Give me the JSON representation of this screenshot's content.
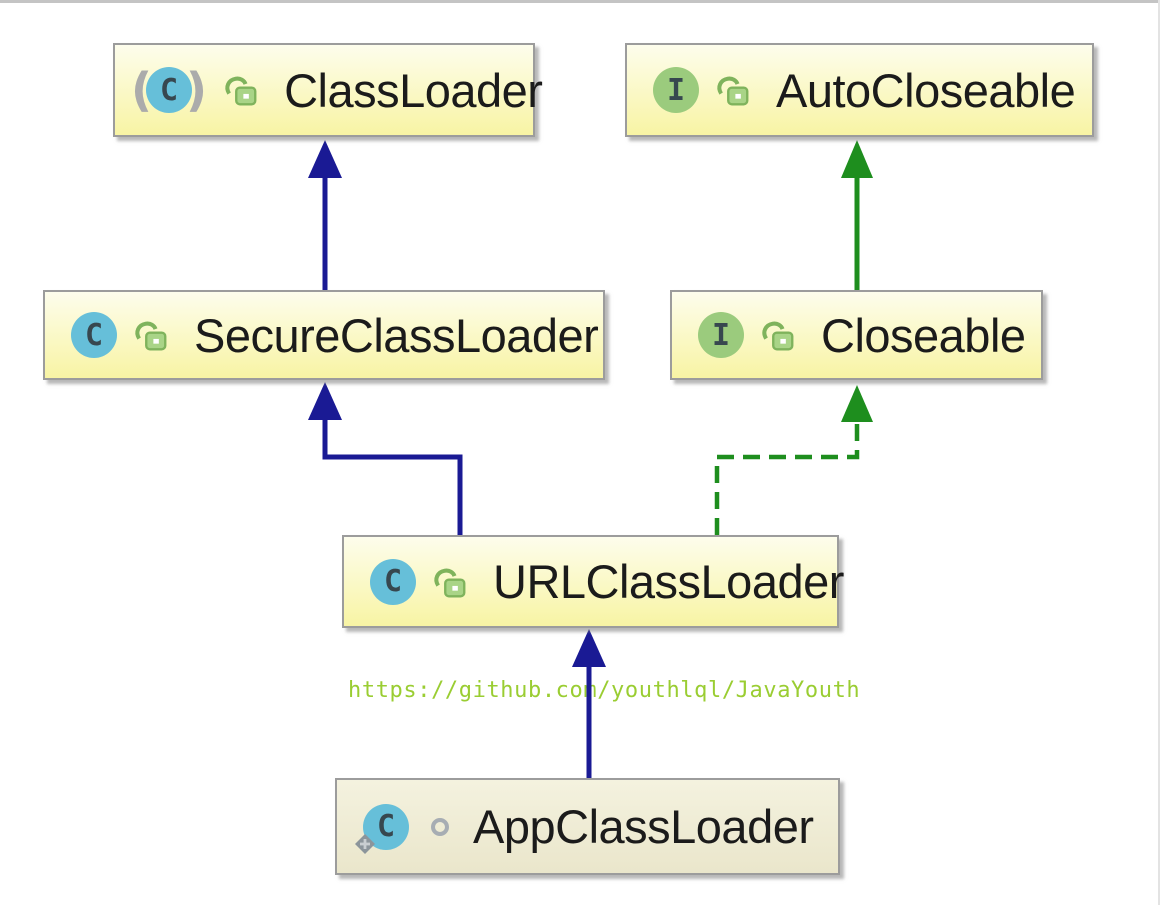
{
  "diagram": {
    "type": "uml-class-hierarchy",
    "nodes": [
      {
        "label": "ClassLoader",
        "kind": "class",
        "kind_letter": "C",
        "visibility": "public",
        "paren_left": "(",
        "paren_right": ")"
      },
      {
        "label": "AutoCloseable",
        "kind": "interface",
        "kind_letter": "I",
        "visibility": "public"
      },
      {
        "label": "SecureClassLoader",
        "kind": "class",
        "kind_letter": "C",
        "visibility": "public"
      },
      {
        "label": "Closeable",
        "kind": "interface",
        "kind_letter": "I",
        "visibility": "public"
      },
      {
        "label": "URLClassLoader",
        "kind": "class",
        "kind_letter": "C",
        "visibility": "public"
      },
      {
        "label": "AppClassLoader",
        "kind": "class",
        "kind_letter": "C",
        "visibility": "package-private",
        "badge": "static-diamond"
      }
    ],
    "edges": [
      {
        "from": "SecureClassLoader",
        "to": "ClassLoader",
        "relation": "extends",
        "style": "solid",
        "color_role": "class-inheritance"
      },
      {
        "from": "Closeable",
        "to": "AutoCloseable",
        "relation": "extends",
        "style": "solid",
        "color_role": "interface-inheritance"
      },
      {
        "from": "URLClassLoader",
        "to": "SecureClassLoader",
        "relation": "extends",
        "style": "solid",
        "color_role": "class-inheritance"
      },
      {
        "from": "URLClassLoader",
        "to": "Closeable",
        "relation": "implements",
        "style": "dashed",
        "color_role": "interface-implementation"
      },
      {
        "from": "AppClassLoader",
        "to": "URLClassLoader",
        "relation": "extends",
        "style": "solid",
        "color_role": "class-inheritance"
      }
    ],
    "watermark": "https://github.com/youthlql/JavaYouth"
  },
  "colors": {
    "node_fill_top": "#FDFDEC",
    "node_fill_bottom": "#F8F4A4",
    "muted_node_fill_top": "#F4F2DF",
    "muted_node_fill_bottom": "#EAE6CB",
    "node_border": "#9C9C9C",
    "class_icon_bg": "#66BFD9",
    "interface_icon_bg": "#9BCB7D",
    "icon_letter_color": "#37474F",
    "lock_green": "#7FB35C",
    "lock_green_light": "#A9D487",
    "extends_class_arrow": "#1A1A94",
    "extends_interface_arrow": "#1E8E1E",
    "implements_arrow": "#1E8E1E",
    "watermark_color": "#9ACD32",
    "label_color": "#1B1B1B",
    "paren_color": "#ABABAB",
    "badge_gray": "#8C959B",
    "top_rule_color": "#C4C4C4",
    "page_bg": "#FFFFFF"
  }
}
